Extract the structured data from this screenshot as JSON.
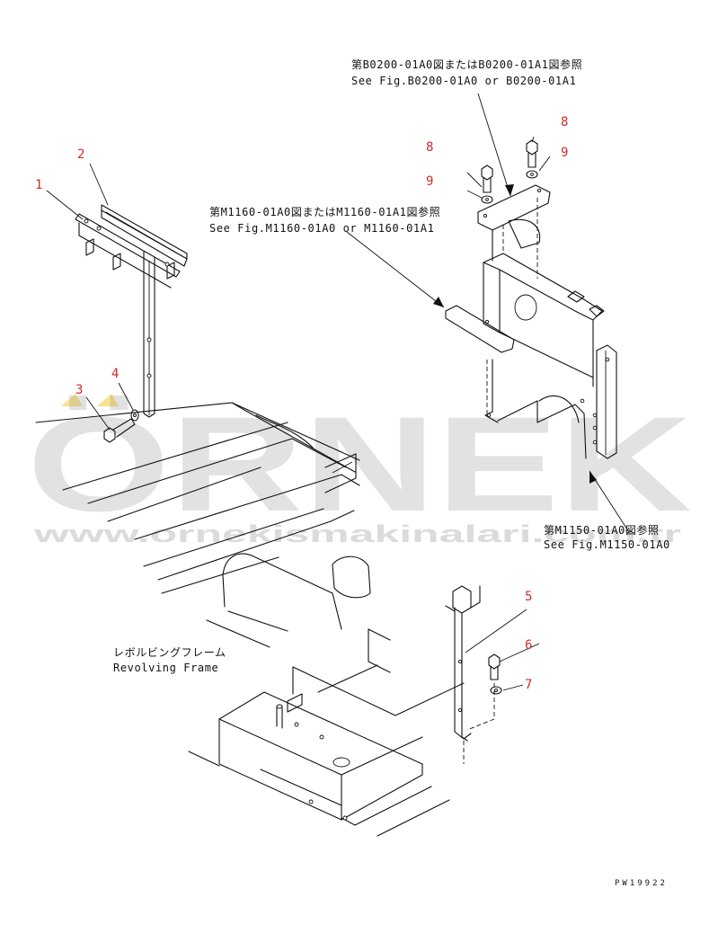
{
  "watermark": {
    "brand": "ÖRNEK",
    "url": "www.ornekismakinalari.com.tr"
  },
  "references": {
    "b0200_jp": "第B0200-01A0図またはB0200-01A1図参照",
    "b0200_en": "See Fig.B0200-01A0 or B0200-01A1",
    "m1160_jp": "第M1160-01A0図またはM1160-01A1図参照",
    "m1160_en": "See Fig.M1160-01A0 or M1160-01A1",
    "m1150_jp": "第M1150-01A0図参照",
    "m1150_en": "See Fig.M1150-01A0"
  },
  "frame_label": {
    "jp": "レボルビングフレーム",
    "en": "Revolving Frame"
  },
  "part_numbers": {
    "p1": "1",
    "p2": "2",
    "p3": "3",
    "p4": "4",
    "p5": "5",
    "p6": "6",
    "p7": "7",
    "p8a": "8",
    "p8b": "8",
    "p9a": "9",
    "p9b": "9"
  },
  "drawing_code": "PW19922",
  "colors": {
    "callout": "#d12a2a",
    "line": "#111111",
    "watermark": "#9a9a9a",
    "watermark_accent": "#f0c000"
  }
}
